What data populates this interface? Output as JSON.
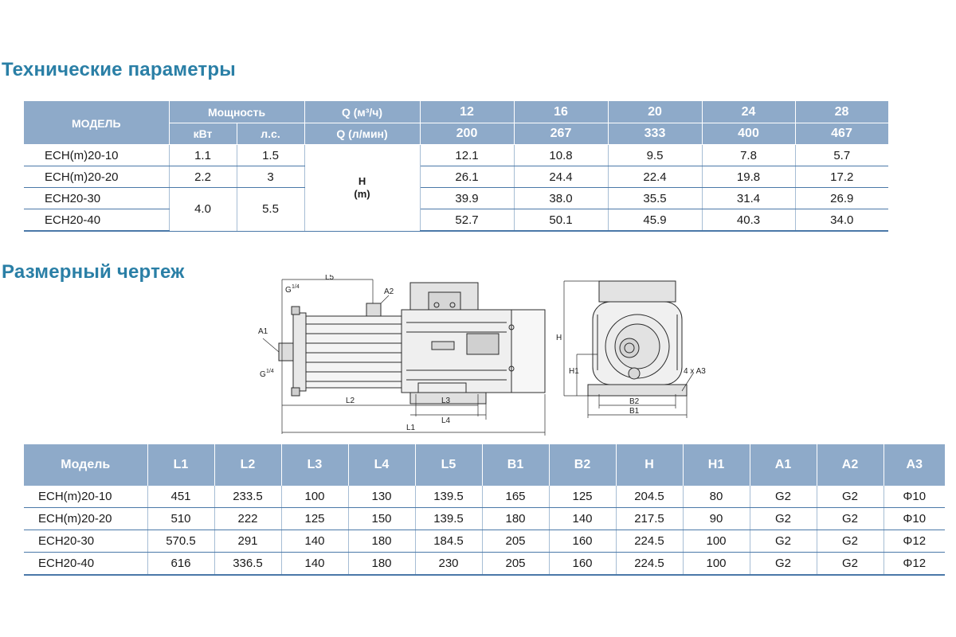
{
  "section1": {
    "title": "Технические параметры"
  },
  "tech_table": {
    "header_model": "МОДЕЛЬ",
    "header_power": "Мощность",
    "header_kw": "кВт",
    "header_hp": "л.с.",
    "header_q_m3": "Q (м³/ч)",
    "header_q_lmin": "Q (л/мин)",
    "flow_m3h": [
      "12",
      "16",
      "20",
      "24",
      "28"
    ],
    "flow_lmin": [
      "200",
      "267",
      "333",
      "400",
      "467"
    ],
    "head_label_line1": "H",
    "head_label_line2": "(m)",
    "rows": [
      {
        "model": "ECH(m)20-10",
        "kw": "1.1",
        "hp": "1.5",
        "heads": [
          "12.1",
          "10.8",
          "9.5",
          "7.8",
          "5.7"
        ]
      },
      {
        "model": "ECH(m)20-20",
        "kw": "2.2",
        "hp": "3",
        "heads": [
          "26.1",
          "24.4",
          "22.4",
          "19.8",
          "17.2"
        ]
      },
      {
        "model": "ECH20-30",
        "kw": "4.0",
        "hp": "5.5",
        "heads": [
          "39.9",
          "38.0",
          "35.5",
          "31.4",
          "26.9"
        ]
      },
      {
        "model": "ECH20-40",
        "kw": "",
        "hp": "",
        "heads": [
          "52.7",
          "50.1",
          "45.9",
          "40.3",
          "34.0"
        ]
      }
    ]
  },
  "section2": {
    "title": "Размерный чертеж"
  },
  "drawing_labels": {
    "l5": "L5",
    "g_top": "G",
    "g_bottom": "G",
    "g_frac": "1/4",
    "a1": "A1",
    "a2": "A2",
    "l2": "L2",
    "l3": "L3",
    "l4": "L4",
    "l1": "L1",
    "h": "H",
    "h1": "H1",
    "b2": "B2",
    "b1": "B1",
    "a3": "4 x A3"
  },
  "dim_table": {
    "headers": [
      "Модель",
      "L1",
      "L2",
      "L3",
      "L4",
      "L5",
      "B1",
      "B2",
      "H",
      "H1",
      "A1",
      "A2",
      "A3"
    ],
    "rows": [
      [
        "ECH(m)20-10",
        "451",
        "233.5",
        "100",
        "130",
        "139.5",
        "165",
        "125",
        "204.5",
        "80",
        "G2",
        "G2",
        "Φ10"
      ],
      [
        "ECH(m)20-20",
        "510",
        "222",
        "125",
        "150",
        "139.5",
        "180",
        "140",
        "217.5",
        "90",
        "G2",
        "G2",
        "Φ10"
      ],
      [
        "ECH20-30",
        "570.5",
        "291",
        "140",
        "180",
        "184.5",
        "205",
        "160",
        "224.5",
        "100",
        "G2",
        "G2",
        "Φ12"
      ],
      [
        "ECH20-40",
        "616",
        "336.5",
        "140",
        "180",
        "230",
        "205",
        "160",
        "224.5",
        "100",
        "G2",
        "G2",
        "Φ12"
      ]
    ]
  },
  "colors": {
    "title": "#2a7fa6",
    "header_bg": "#8eaac9",
    "rule": "#4a78a8"
  }
}
